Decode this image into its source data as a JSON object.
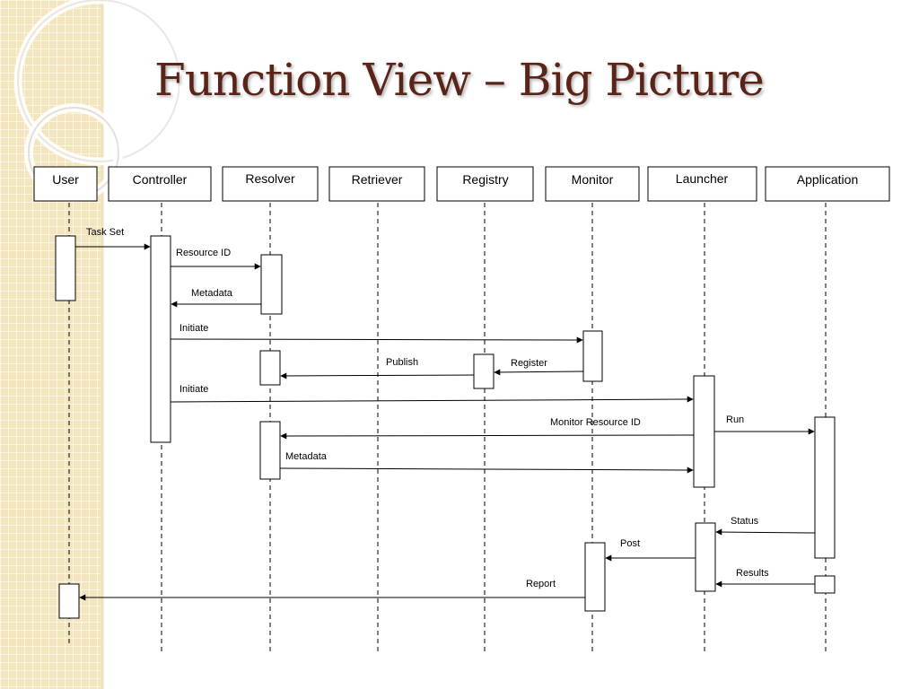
{
  "slide": {
    "title": "Function View – Big Picture"
  },
  "participants": [
    {
      "id": "user",
      "label": "User"
    },
    {
      "id": "controller",
      "label": "Controller"
    },
    {
      "id": "resolver",
      "label": "Resolver"
    },
    {
      "id": "retriever",
      "label": "Retriever"
    },
    {
      "id": "registry",
      "label": "Registry"
    },
    {
      "id": "monitor",
      "label": "Monitor"
    },
    {
      "id": "launcher",
      "label": "Launcher"
    },
    {
      "id": "application",
      "label": "Application"
    }
  ],
  "messages": [
    {
      "id": "task-set",
      "label": "Task Set",
      "from": "user",
      "to": "controller"
    },
    {
      "id": "resource-id",
      "label": "Resource ID",
      "from": "controller",
      "to": "resolver"
    },
    {
      "id": "metadata-1",
      "label": "Metadata",
      "from": "resolver",
      "to": "controller"
    },
    {
      "id": "initiate-1",
      "label": "Initiate",
      "from": "controller",
      "to": "monitor"
    },
    {
      "id": "register",
      "label": "Register",
      "from": "monitor",
      "to": "registry"
    },
    {
      "id": "publish",
      "label": "Publish",
      "from": "registry",
      "to": "resolver"
    },
    {
      "id": "initiate-2",
      "label": "Initiate",
      "from": "controller",
      "to": "launcher"
    },
    {
      "id": "monitor-resource-id",
      "label": "Monitor Resource ID",
      "from": "launcher",
      "to": "resolver"
    },
    {
      "id": "run",
      "label": "Run",
      "from": "launcher",
      "to": "application"
    },
    {
      "id": "metadata-2",
      "label": "Metadata",
      "from": "resolver",
      "to": "launcher"
    },
    {
      "id": "status",
      "label": "Status",
      "from": "application",
      "to": "launcher"
    },
    {
      "id": "post",
      "label": "Post",
      "from": "launcher",
      "to": "monitor"
    },
    {
      "id": "results",
      "label": "Results",
      "from": "application",
      "to": "launcher"
    },
    {
      "id": "report",
      "label": "Report",
      "from": "monitor",
      "to": "user"
    }
  ]
}
